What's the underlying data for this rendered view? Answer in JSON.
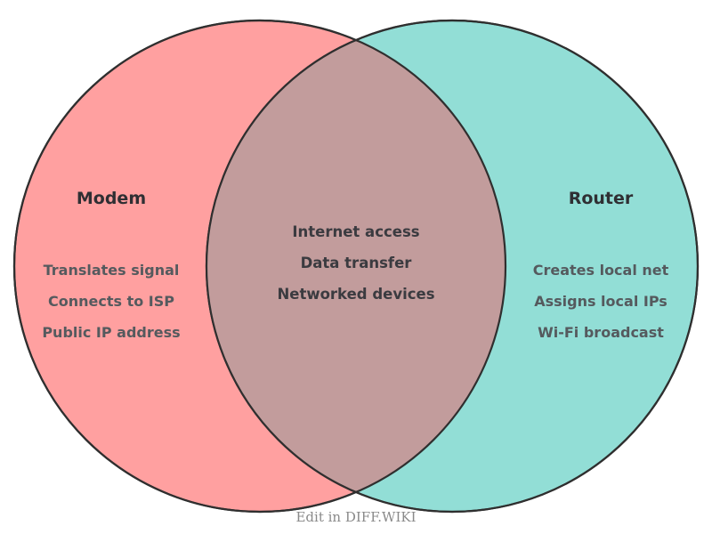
{
  "diagram": {
    "type": "venn-2-set",
    "background_color": "#ffffff",
    "outline_color": "#2f2f2f",
    "left_set": {
      "title": "Modem",
      "fill_color": "#FFA0A0",
      "items": [
        "Translates signal",
        "Connects to ISP",
        "Public IP address"
      ]
    },
    "right_set": {
      "title": "Router",
      "fill_color": "#92DED6",
      "items": [
        "Creates local net",
        "Assigns local IPs",
        "Wi-Fi broadcast"
      ]
    },
    "intersection": {
      "fill_color": "#C29C9C",
      "items": [
        "Internet access",
        "Data transfer",
        "Networked devices"
      ]
    }
  },
  "footer": {
    "edit_link": "Edit in DIFF.WIKI"
  }
}
